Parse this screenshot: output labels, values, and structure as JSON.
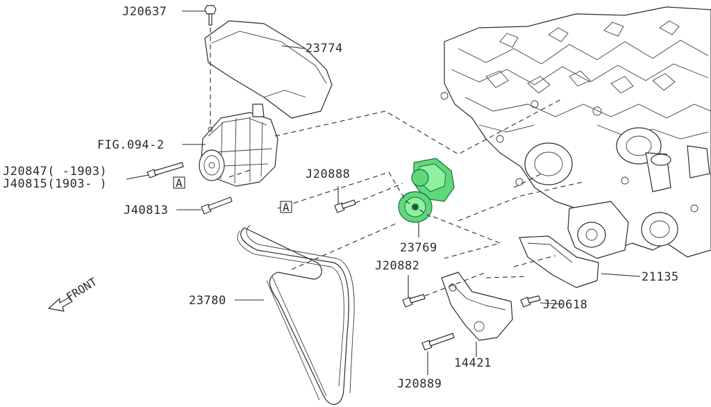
{
  "colors": {
    "highlight": "#5fd87a",
    "highlight_dark": "#1f6b33",
    "ink": "#2a2a2a"
  },
  "labels": {
    "j20637": "J20637",
    "p23774": "23774",
    "fig094": "FIG.094-2",
    "j20847": "J20847( -1903)",
    "j40815": "J40815(1903- )",
    "j40813": "J40813",
    "j20888": "J20888",
    "p23769": "23769",
    "j20882": "J20882",
    "p21135": "21135",
    "j20618": "J20618",
    "p23780": "23780",
    "p14421": "14421",
    "j20889": "J20889",
    "front": "FRONT",
    "ref_a": "A"
  }
}
